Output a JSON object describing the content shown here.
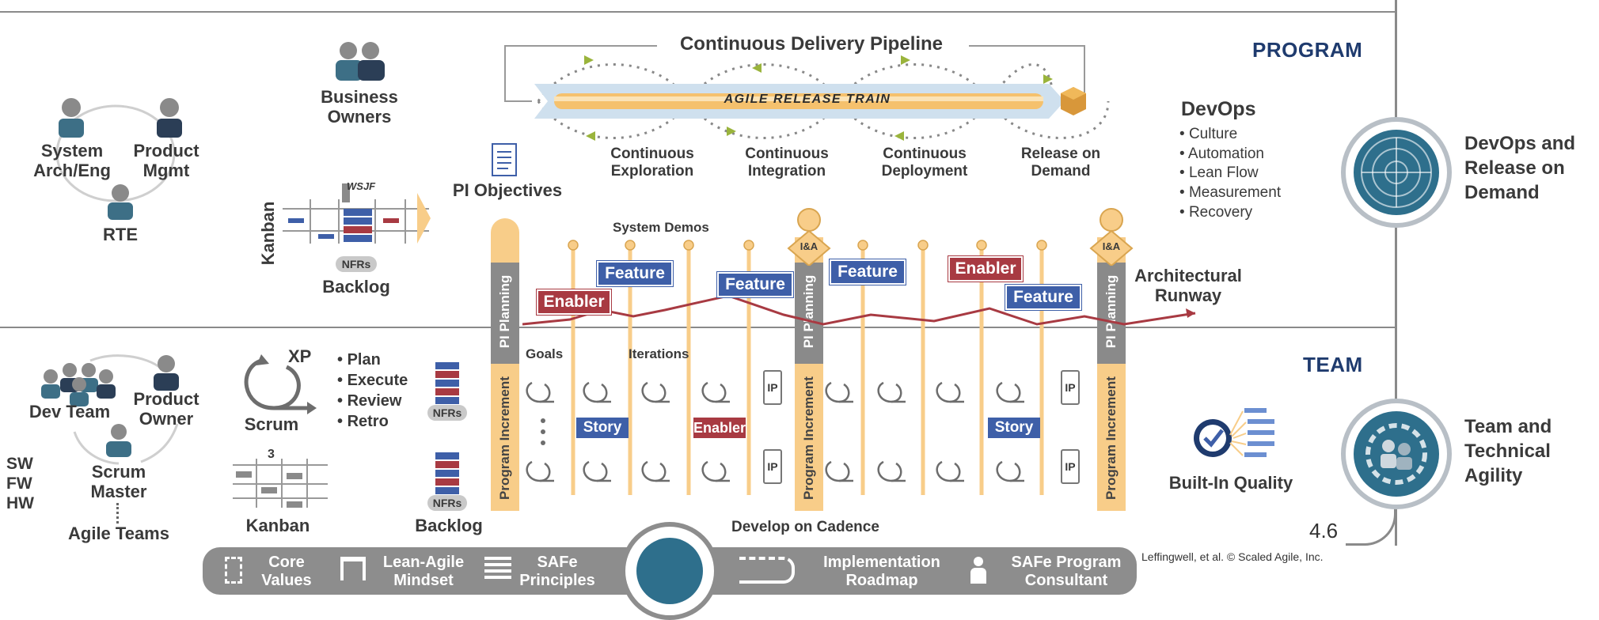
{
  "program": {
    "section_label": "PROGRAM",
    "pipeline_title": "Continuous Delivery Pipeline",
    "art_label": "AGILE RELEASE TRAIN",
    "pipeline_stages": [
      "Continuous Exploration",
      "Continuous Integration",
      "Continuous Deployment",
      "Release on Demand"
    ],
    "roles": {
      "system_arch": "System Arch/Eng",
      "product_mgmt": "Product Mgmt",
      "rte": "RTE",
      "business_owners": "Business Owners"
    },
    "kanban_label": "Kanban",
    "wsjf_label": "WSJF",
    "nfrs_label": "NFRs",
    "backlog_label": "Backlog",
    "pi_objectives": "PI Objectives",
    "system_demos": "System Demos",
    "architectural_runway": "Architectural Runway",
    "feature_label": "Feature",
    "enabler_label": "Enabler",
    "devops": {
      "title": "DevOps",
      "items": [
        "Culture",
        "Automation",
        "Lean Flow",
        "Measurement",
        "Recovery"
      ]
    },
    "ia_label": "I&A"
  },
  "team": {
    "section_label": "TEAM",
    "roles": {
      "dev_team": "Dev Team",
      "product_owner": "Product Owner",
      "scrum_master": "Scrum Master",
      "agile_teams": "Agile Teams"
    },
    "sw_fw_hw": [
      "SW",
      "FW",
      "HW"
    ],
    "xp_label": "XP",
    "scrum_label": "Scrum",
    "scrum_steps": [
      "Plan",
      "Execute",
      "Review",
      "Retro"
    ],
    "kanban_label": "Kanban",
    "kanban_number": "3",
    "nfrs_label": "NFRs",
    "backlog_label": "Backlog",
    "goals": "Goals",
    "iterations": "Iterations",
    "story_label": "Story",
    "enabler_label": "Enabler",
    "ip_label": "IP",
    "develop_on_cadence": "Develop on Cadence",
    "built_in_quality": "Built-In Quality",
    "version": "4.6",
    "copyright": "Leffingwell, et al. © Scaled Agile, Inc."
  },
  "pi_planning": "PI Planning",
  "program_increment": "Program Increment",
  "competencies": {
    "devops": "DevOps and Release on Demand",
    "team_agility": "Team and Technical Agility"
  },
  "foundation": {
    "core_values": "Core Values",
    "mindset": "Lean-Agile Mindset",
    "principles": "SAFe Principles",
    "roadmap": "Implementation Roadmap",
    "consultant": "SAFe Program Consultant"
  },
  "colors": {
    "navy": "#1f3b6e",
    "feature_blue": "#3e5fa8",
    "enabler_red": "#a83a42",
    "cadence_orange": "#f8cd89",
    "gray": "#8a8a8a",
    "teal": "#2e6f8c"
  }
}
